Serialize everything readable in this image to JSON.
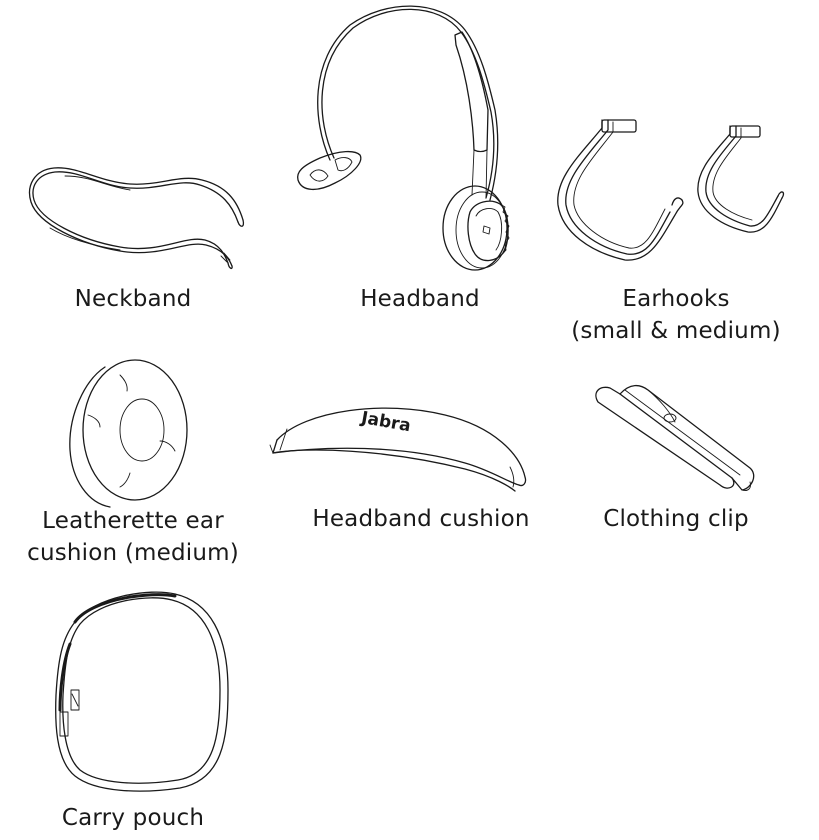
{
  "diagram": {
    "items": [
      {
        "id": "neckband",
        "label": "Neckband",
        "icon": "neckband-illustration"
      },
      {
        "id": "headband",
        "label": "Headband",
        "icon": "headband-illustration"
      },
      {
        "id": "earhooks",
        "label_line1": "Earhooks",
        "label_line2": "(small & medium)",
        "icon": "earhooks-illustration"
      },
      {
        "id": "ear-cushion",
        "label_line1": "Leatherette ear",
        "label_line2": "cushion (medium)",
        "icon": "ear-cushion-illustration"
      },
      {
        "id": "headband-cushion",
        "label": "Headband cushion",
        "brand_text": "Jabra",
        "icon": "headband-cushion-illustration"
      },
      {
        "id": "clothing-clip",
        "label": "Clothing clip",
        "icon": "clothing-clip-illustration"
      },
      {
        "id": "carry-pouch",
        "label": "Carry pouch",
        "icon": "carry-pouch-illustration"
      }
    ]
  }
}
